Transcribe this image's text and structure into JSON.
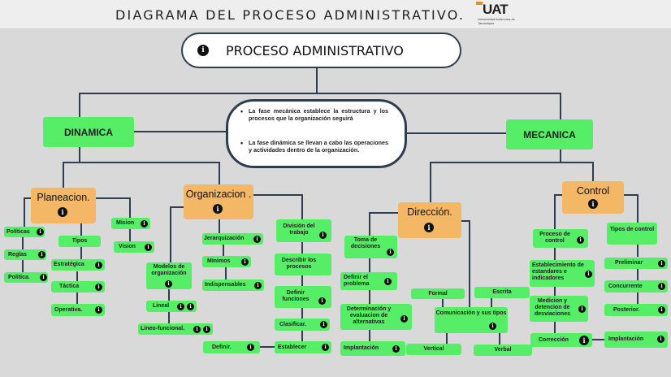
{
  "header": {
    "title": "DIAGRAMA DEL PROCESO ADMINISTRATIVO.",
    "logo_text": "UAT",
    "logo_subtitle": "Universidad Autónoma de Tamaulipas"
  },
  "root": {
    "label": "PROCESO ADMINISTRATIVO"
  },
  "info": {
    "bullet_1": "La fase mecánica establece la estructura y los procesos que la organización seguirá",
    "bullet_2": "La fase dinámica se llevan a cabo las operaciones y actividades dentro de la organización."
  },
  "branches": {
    "dinamica": "DINAMICA",
    "mecanica": "MECANICA"
  },
  "phases": {
    "planeacion": "Planeacion.",
    "organizacion": "Organizacion .",
    "direccion": "Dirección.",
    "control": "Control"
  },
  "planeacion": {
    "politicas": "Políticas",
    "reglas": "Reglas",
    "politica": "Politica.",
    "tipos": "Tipos",
    "estrategica": "Estratégica",
    "tactica": "Táctica",
    "operativa": "Operativa.",
    "mision": "Mision",
    "vision": "Vision"
  },
  "organizacion": {
    "modelos": "Modelos de organización",
    "lineal": "Lineal",
    "lineo": "Lineo-funcional.",
    "jerarquizacion": "Jerarquización",
    "minimos": "Mínimos",
    "indispensables": "Indispensables",
    "division": "División del trabajo",
    "describir": "Describir los procesos",
    "definir_funciones": "Definir funciones",
    "clasificar": "Clasificar.",
    "establecer": "Establecer",
    "definir": "Definir."
  },
  "direccion": {
    "toma": "Toma de decisiones",
    "definir_problema": "Definir el problema",
    "determinacion": "Determinación y evaluacion de alternativas",
    "implantacion": "Implantación",
    "formal": "Formal",
    "escrita": "Escrita",
    "comunicacion": "Comunicación y sus tipos",
    "vertical": "Vertical",
    "verbal": "Verbal"
  },
  "control": {
    "proceso": "Proceso de control",
    "establecimiento": "Establecimiento de estandares e indicadores",
    "medicion": "Medicion y detencion de desviaciones",
    "correccion": "Corrección",
    "tipos": "Tipos de control",
    "preliminar": "Preliminar",
    "concurrente": "Concurrente",
    "posterior": "Posterior.",
    "implantacion": "Implantación"
  },
  "colors": {
    "background": "#d9d9d9",
    "green": "#55ee66",
    "orange": "#f3b766",
    "line": "#2f3e4e"
  },
  "icons": {
    "info": "i"
  }
}
